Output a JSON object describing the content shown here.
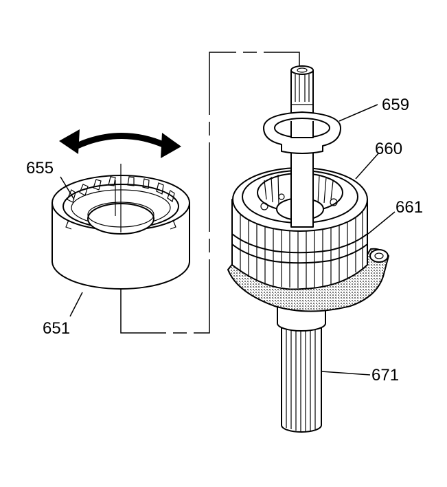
{
  "callouts": {
    "c655": "655",
    "c651": "651",
    "c659": "659",
    "c660": "660",
    "c661": "661",
    "c671": "671"
  },
  "colors": {
    "line": "#000000",
    "background": "#ffffff",
    "stipple": "#8a8a8a"
  }
}
